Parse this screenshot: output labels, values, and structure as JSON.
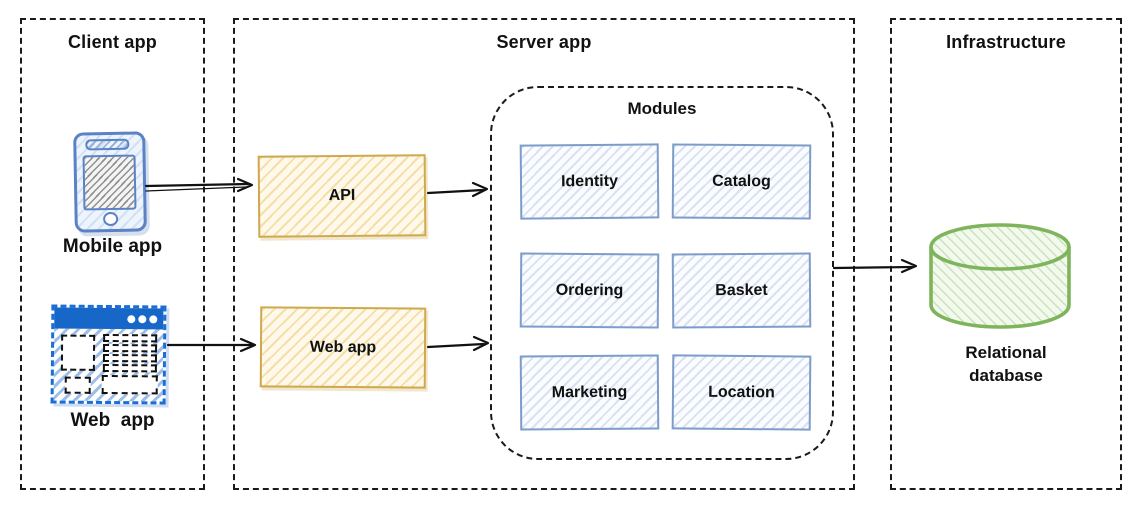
{
  "panels": {
    "client": {
      "title": "Client app"
    },
    "server": {
      "title": "Server app"
    },
    "infrastructure": {
      "title": "Infrastructure"
    }
  },
  "client": {
    "mobile_label": "Mobile app",
    "web_label": "Web  app",
    "icons": {
      "mobile": "smartphone-sketch-icon",
      "web": "browser-window-sketch-icon"
    }
  },
  "server": {
    "api_label": "API",
    "webapp_label": "Web app",
    "modules": {
      "title": "Modules",
      "items": [
        {
          "label": "Identity"
        },
        {
          "label": "Catalog"
        },
        {
          "label": "Ordering"
        },
        {
          "label": "Basket"
        },
        {
          "label": "Marketing"
        },
        {
          "label": "Location"
        }
      ]
    }
  },
  "infrastructure": {
    "database_label": "Relational database",
    "icon": "database-cylinder-icon"
  },
  "connections": [
    {
      "from": "mobile-app",
      "to": "api"
    },
    {
      "from": "web-app-client",
      "to": "web-app-server"
    },
    {
      "from": "api",
      "to": "modules"
    },
    {
      "from": "web-app-server",
      "to": "modules"
    },
    {
      "from": "modules",
      "to": "relational-database"
    }
  ],
  "colors": {
    "node_yellow_border": "#CEA84C",
    "node_yellow_fill": "#FEF9EA",
    "module_blue_border": "#7D9CC9",
    "module_blue_fill": "#FAFCFE",
    "database_green_border": "#7EB55C",
    "database_green_fill": "#F3F9EE",
    "browser_blue": "#1667C8",
    "phone_blue": "#5B82C4",
    "line_black": "#111111"
  }
}
